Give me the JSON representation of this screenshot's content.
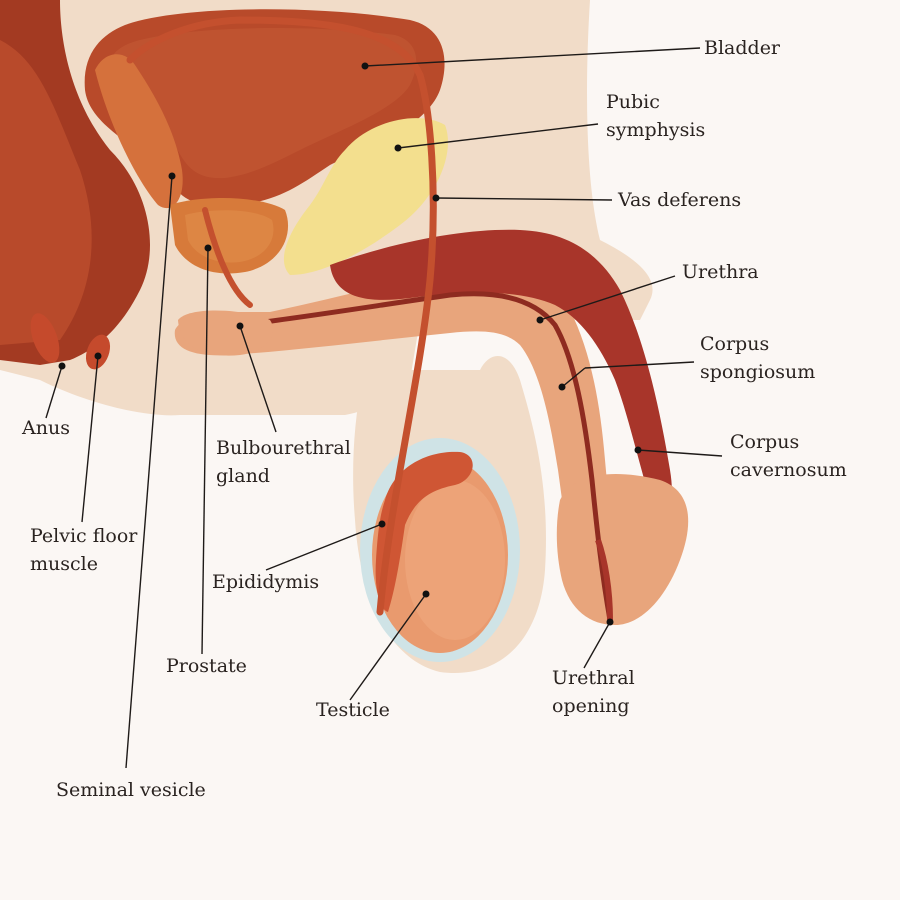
{
  "labels": {
    "bladder": "Bladder",
    "pubic_symphysis": [
      "Pubic",
      "symphysis"
    ],
    "vas_deferens": "Vas deferens",
    "urethra": "Urethra",
    "corpus_spongiosum": [
      "Corpus",
      "spongiosum"
    ],
    "corpus_cavernosum": [
      "Corpus",
      "cavernosum"
    ],
    "urethral_opening": [
      "Urethral",
      "opening"
    ],
    "testicle": "Testicle",
    "epididymis": "Epididymis",
    "prostate": "Prostate",
    "seminal_vesicle": "Seminal vesicle",
    "bulbourethral_gland": [
      "Bulbourethral",
      "gland"
    ],
    "anus": "Anus",
    "pelvic_floor_muscle": [
      "Pelvic floor",
      "muscle"
    ]
  },
  "colors": {
    "background": "#fbf7f4",
    "body_tissue": "#f1dcc8",
    "muscle_dark": "#a33a22",
    "bladder": "#b84a2a",
    "prostate": "#d77a3a",
    "pubic_bone": "#f3df8e",
    "spongy_tissue": "#e8a57c",
    "cavernosum": "#a8352a",
    "testicle": "#e99a6e",
    "tunica": "#cfe3e6",
    "vas_deferens": "#c4502e"
  }
}
